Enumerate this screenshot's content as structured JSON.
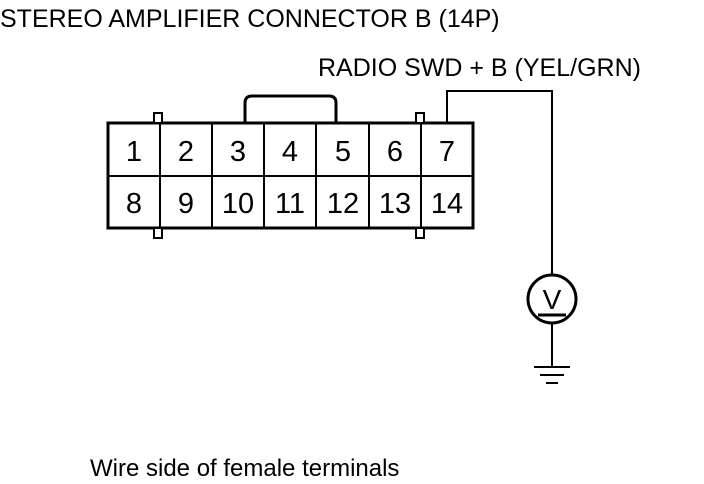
{
  "title": "STEREO AMPLIFIER CONNECTOR B (14P)",
  "wire_label": "RADIO SWD + B (YEL/GRN)",
  "pins": {
    "top": [
      "1",
      "2",
      "3",
      "4",
      "5",
      "6",
      "7"
    ],
    "bottom": [
      "8",
      "9",
      "10",
      "11",
      "12",
      "13",
      "14"
    ]
  },
  "meter_symbol": "V",
  "caption": "Wire side of female terminals"
}
